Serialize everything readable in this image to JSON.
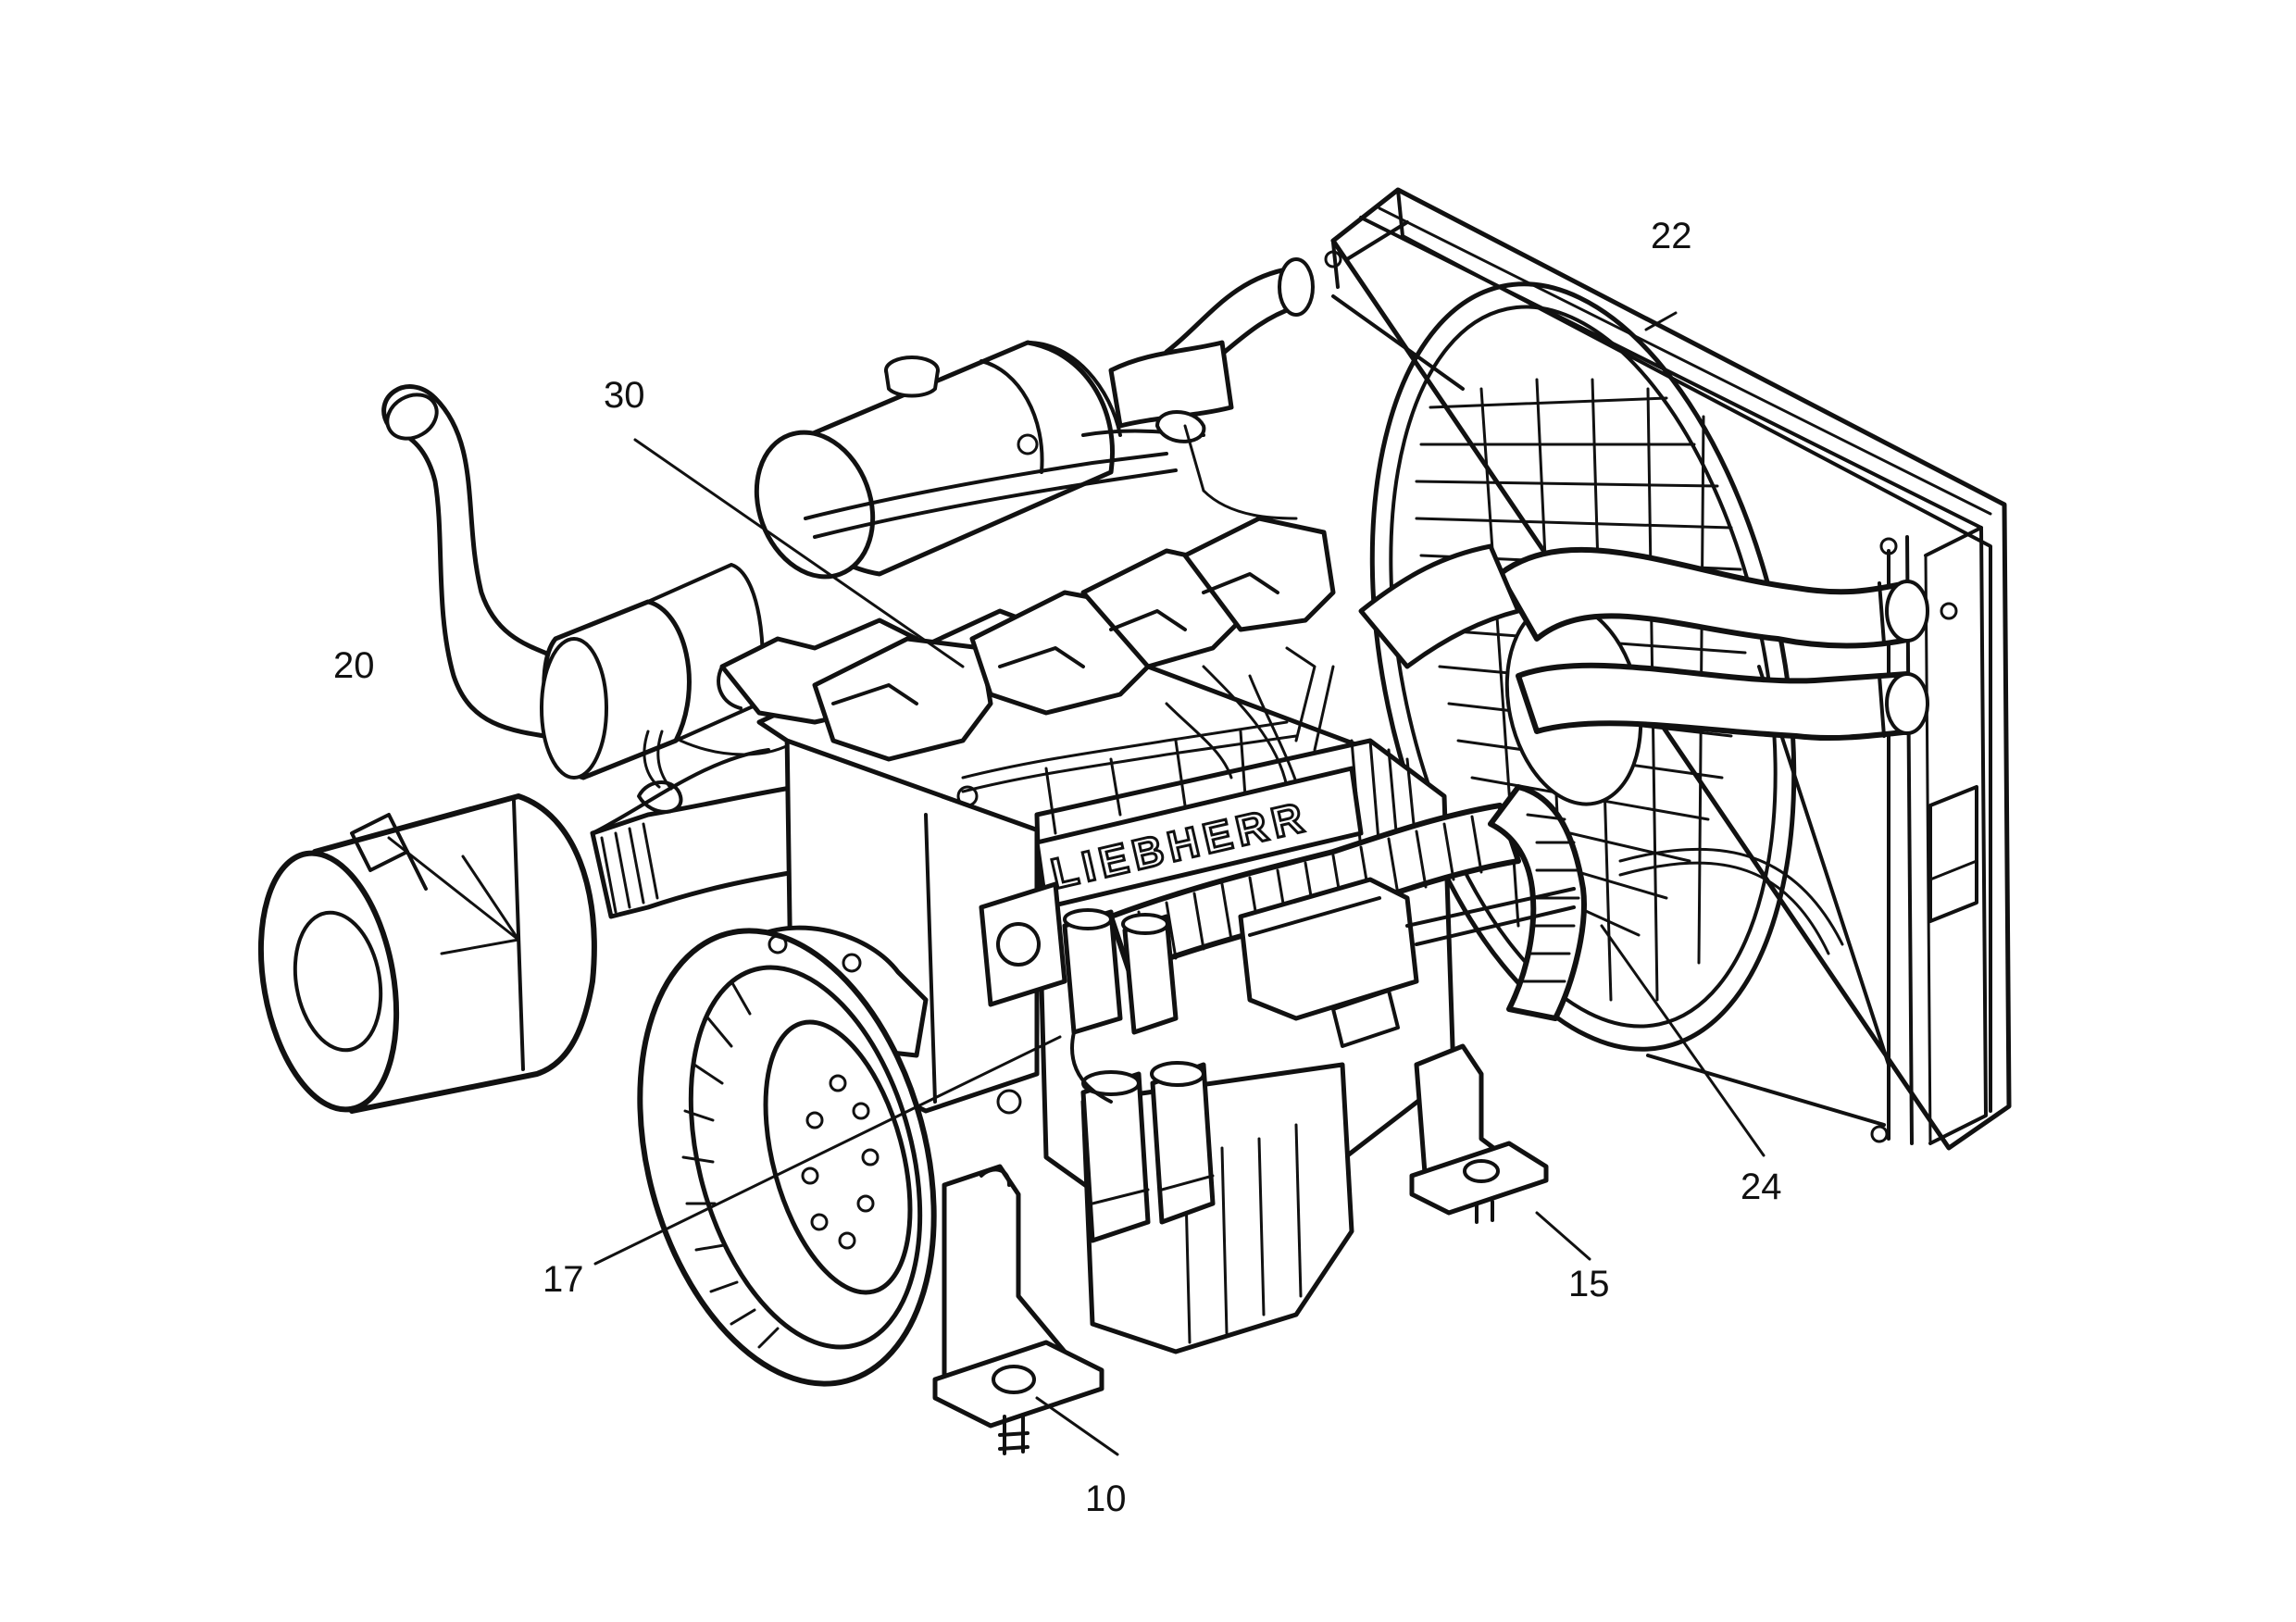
{
  "figure": {
    "brand_lettering": "LIEBHERR",
    "callouts": [
      {
        "id": "10",
        "label": "10"
      },
      {
        "id": "15",
        "label": "15"
      },
      {
        "id": "17",
        "label": "17"
      },
      {
        "id": "20",
        "label": "20"
      },
      {
        "id": "22",
        "label": "22"
      },
      {
        "id": "24",
        "label": "24"
      },
      {
        "id": "30",
        "label": "30"
      }
    ]
  }
}
